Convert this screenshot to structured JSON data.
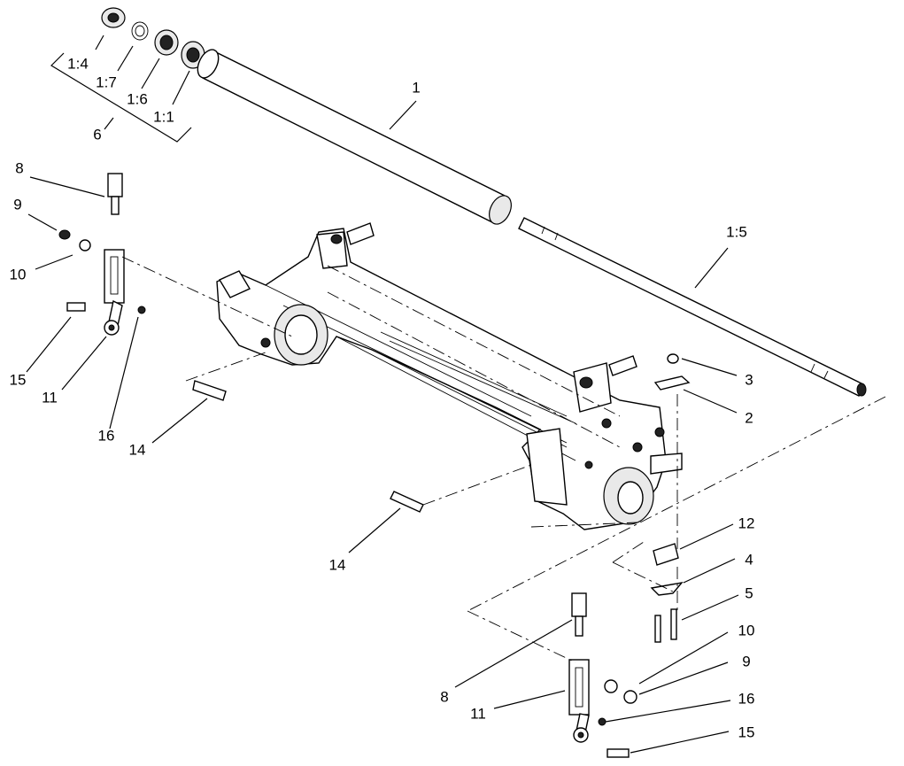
{
  "callouts": [
    {
      "id": "c1_4",
      "text": "1:4"
    },
    {
      "id": "c1_7",
      "text": "1:7"
    },
    {
      "id": "c1_6",
      "text": "1:6"
    },
    {
      "id": "c1_1",
      "text": "1:1"
    },
    {
      "id": "c6",
      "text": "6"
    },
    {
      "id": "c1",
      "text": "1"
    },
    {
      "id": "c1_5",
      "text": "1:5"
    },
    {
      "id": "c8a",
      "text": "8"
    },
    {
      "id": "c9a",
      "text": "9"
    },
    {
      "id": "c10a",
      "text": "10"
    },
    {
      "id": "c15a",
      "text": "15"
    },
    {
      "id": "c11a",
      "text": "11"
    },
    {
      "id": "c16a",
      "text": "16"
    },
    {
      "id": "c14a",
      "text": "14"
    },
    {
      "id": "c3",
      "text": "3"
    },
    {
      "id": "c2",
      "text": "2"
    },
    {
      "id": "c14b",
      "text": "14"
    },
    {
      "id": "c12",
      "text": "12"
    },
    {
      "id": "c4",
      "text": "4"
    },
    {
      "id": "c5",
      "text": "5"
    },
    {
      "id": "c10b",
      "text": "10"
    },
    {
      "id": "c9b",
      "text": "9"
    },
    {
      "id": "c8b",
      "text": "8"
    },
    {
      "id": "c11b",
      "text": "11"
    },
    {
      "id": "c16b",
      "text": "16"
    },
    {
      "id": "c15b",
      "text": "15"
    }
  ]
}
